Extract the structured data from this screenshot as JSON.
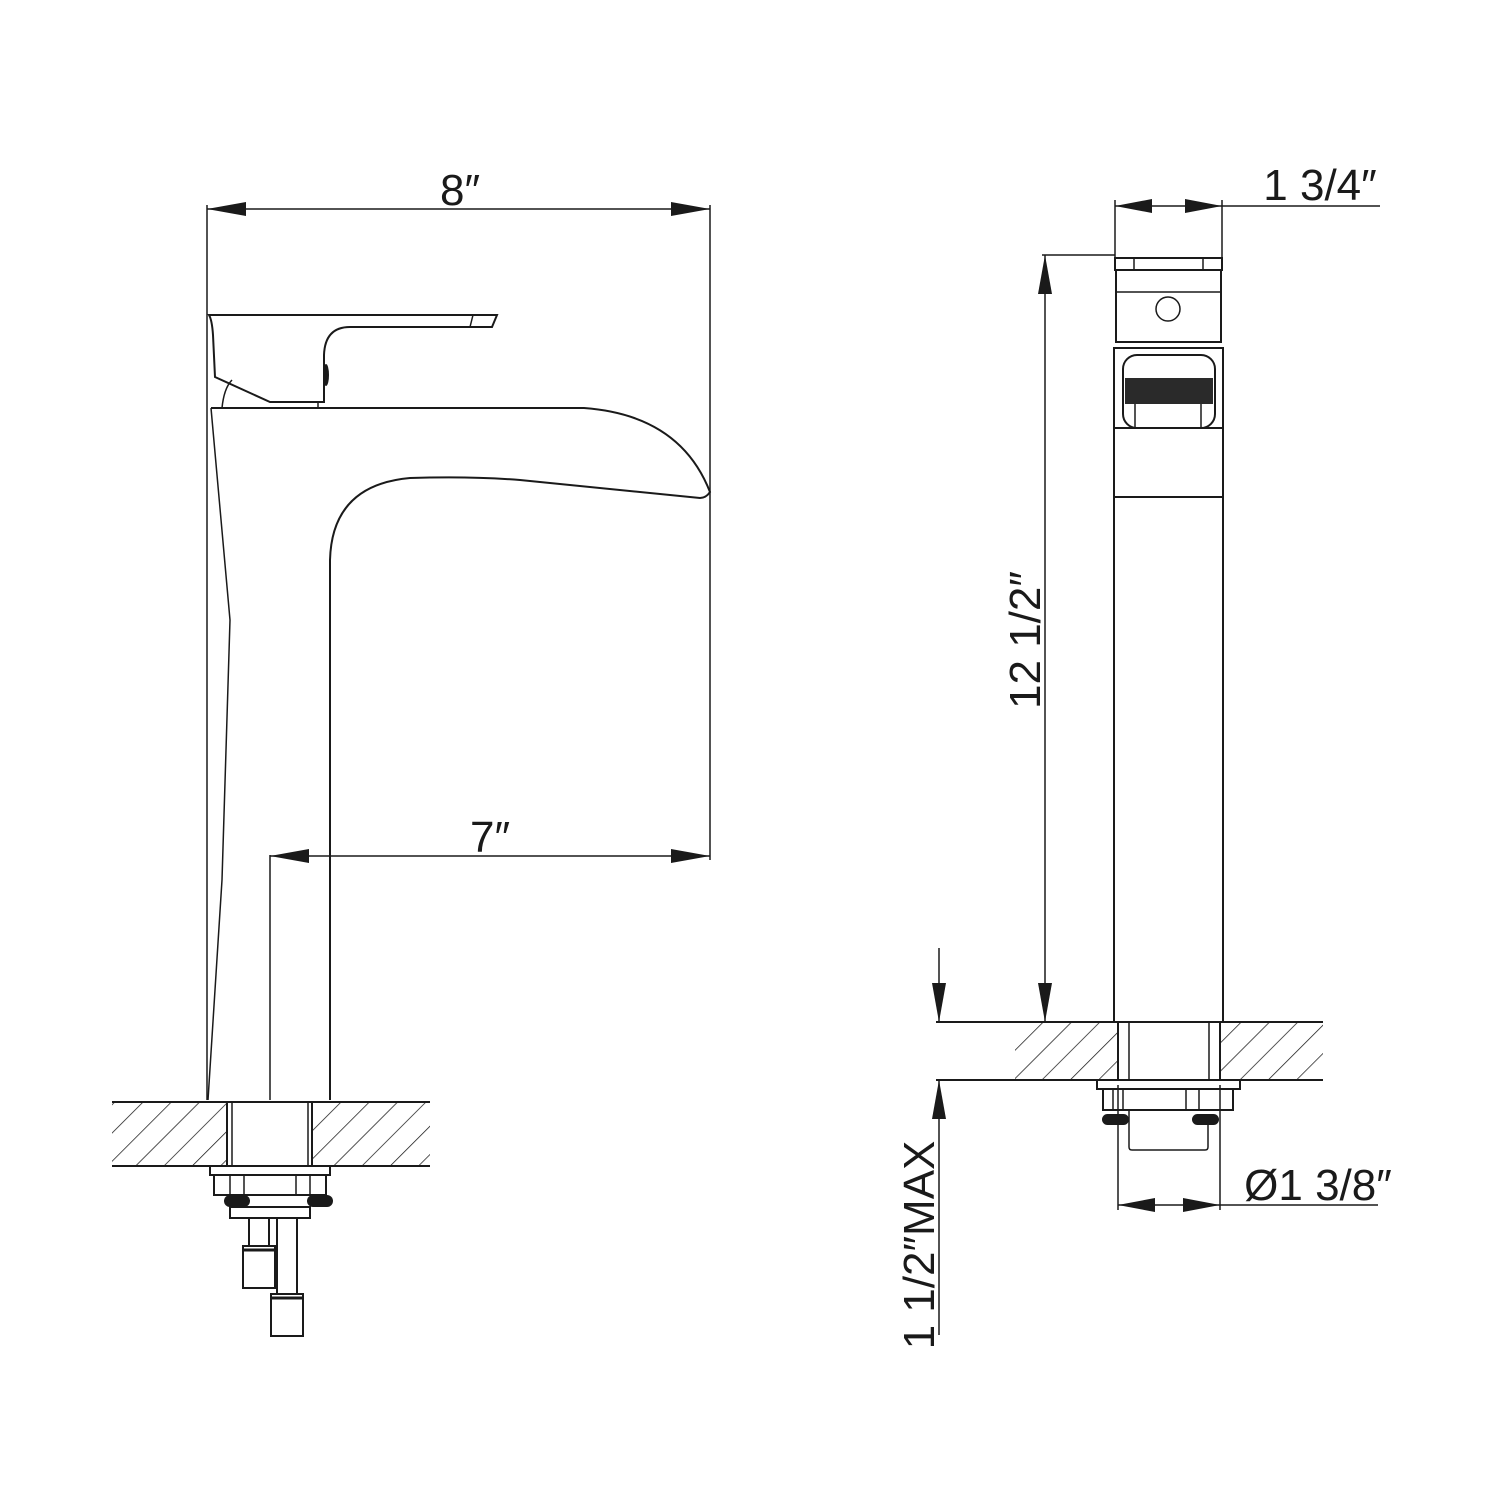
{
  "drawing": {
    "type": "faucet-technical-drawing",
    "views": [
      "side-view",
      "front-view"
    ],
    "line_color": "#1a1a1a",
    "background": "#ffffff"
  },
  "dimensions": {
    "overall_width": "8″",
    "spout_reach": "7″",
    "body_width": "1 3/4″",
    "height": "12 1/2″",
    "deck_thickness": "1 1/2″MAX",
    "mounting_hole": "Ø1 3/8″"
  }
}
